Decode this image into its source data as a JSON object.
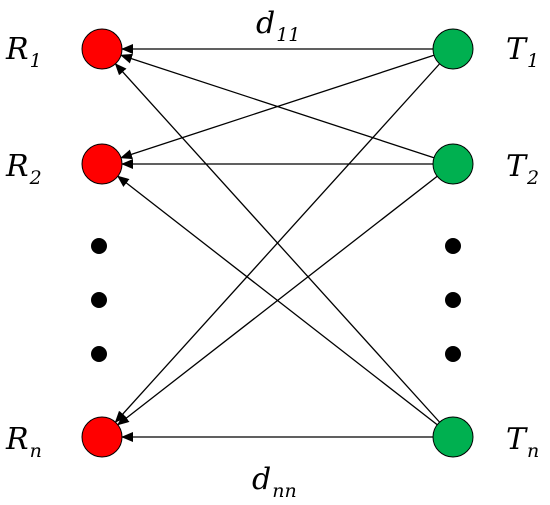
{
  "receivers": [
    {
      "id": "r1",
      "label": "R",
      "sub": "1"
    },
    {
      "id": "r2",
      "label": "R",
      "sub": "2"
    },
    {
      "id": "rn",
      "label": "R",
      "sub": "n"
    }
  ],
  "transmitters": [
    {
      "id": "t1",
      "label": "T",
      "sub": "1"
    },
    {
      "id": "t2",
      "label": "T",
      "sub": "2"
    },
    {
      "id": "tn",
      "label": "T",
      "sub": "n"
    }
  ],
  "edge_labels": {
    "top": {
      "label": "d",
      "sub": "11"
    },
    "bottom": {
      "label": "d",
      "sub": "nn"
    }
  },
  "edges": [
    [
      "t1",
      "r1"
    ],
    [
      "t1",
      "r2"
    ],
    [
      "t1",
      "rn"
    ],
    [
      "t2",
      "r1"
    ],
    [
      "t2",
      "r2"
    ],
    [
      "t2",
      "rn"
    ],
    [
      "tn",
      "r1"
    ],
    [
      "tn",
      "r2"
    ],
    [
      "tn",
      "rn"
    ]
  ],
  "colors": {
    "receiver": "#ff0000",
    "transmitter": "#00b050",
    "line": "#000000",
    "ellipsis": "#000000"
  }
}
